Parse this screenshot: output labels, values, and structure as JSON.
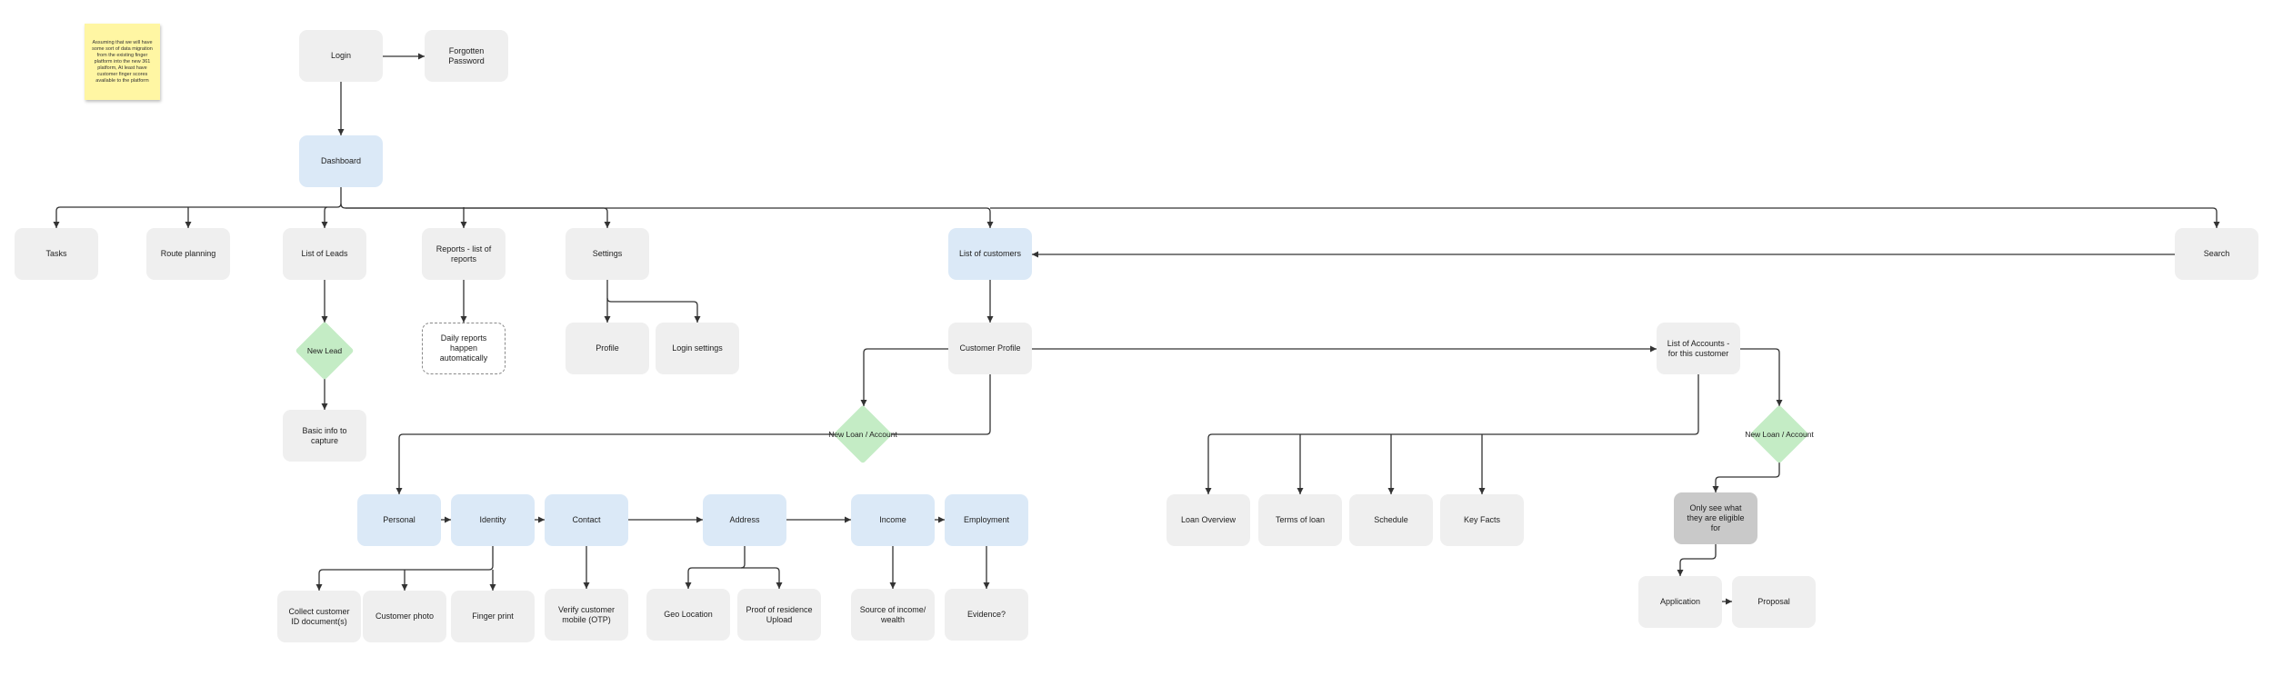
{
  "note": "Assuming that we will have some sort of data migration from the existing finger platform into the new 361 platform, At least have customer finger scores available to the platform",
  "nodes": {
    "login": "Login",
    "forgotten_password": "Forgotten Password",
    "dashboard": "Dashboard",
    "tasks": "Tasks",
    "route_planning": "Route planning",
    "list_of_leads": "List of Leads",
    "reports": "Reports - list of reports",
    "settings": "Settings",
    "list_of_customers": "List of customers",
    "search": "Search",
    "new_lead": "New Lead",
    "basic_info": "Basic info to capture",
    "daily_reports": "Daily reports happen automatically",
    "profile": "Profile",
    "login_settings": "Login settings",
    "customer_profile": "Customer Profile",
    "new_loan_1": "New Loan / Account",
    "list_of_accounts": "List of Accounts - for this customer",
    "new_loan_2": "New Loan / Account",
    "personal": "Personal",
    "identity": "Identity",
    "contact": "Contact",
    "address": "Address",
    "income": "Income",
    "employment": "Employment",
    "loan_overview": "Loan Overview",
    "terms_of_loan": "Terms of loan",
    "schedule": "Schedule",
    "key_facts": "Key Facts",
    "eligible": "Only see what they are eligible for",
    "collect_id": "Collect customer ID document(s)",
    "customer_photo": "Customer photo",
    "finger_print": "Finger print",
    "verify_mobile": "Verify customer mobile (OTP)",
    "geo_location": "Geo Location",
    "proof_of_residence": "Proof of residence Upload",
    "source_of_income": "Source of income/ wealth",
    "evidence": "Evidence?",
    "application": "Application",
    "proposal": "Proposal"
  },
  "colors": {
    "grey_node": "#efefef",
    "blue_node": "#dbe9f7",
    "dark_node": "#c9c9c9",
    "decision": "#c4ecc5",
    "sticky_note": "#fff6a3",
    "connector": "#333333"
  }
}
